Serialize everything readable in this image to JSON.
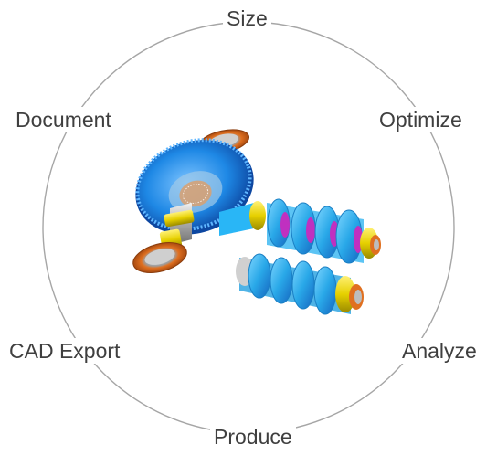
{
  "cycle": {
    "stages": [
      {
        "id": "size",
        "label": "Size"
      },
      {
        "id": "optimize",
        "label": "Optimize"
      },
      {
        "id": "analyze",
        "label": "Analyze"
      },
      {
        "id": "produce",
        "label": "Produce"
      },
      {
        "id": "cad-export",
        "label": "CAD Export"
      },
      {
        "id": "document",
        "label": "Document"
      }
    ],
    "ring_color": "#a6a6a6",
    "label_color": "#3f3f3f"
  },
  "illustration": {
    "subject": "gearbox-3d-model",
    "colors": {
      "bevel_gear": "#1e90ff",
      "spur_gears": "#29b6f6",
      "shaft": "#c8c8c8",
      "bearing_yellow": "#e6d000",
      "bearing_orange": "#e07020",
      "magenta_ring": "#c030c0"
    }
  }
}
